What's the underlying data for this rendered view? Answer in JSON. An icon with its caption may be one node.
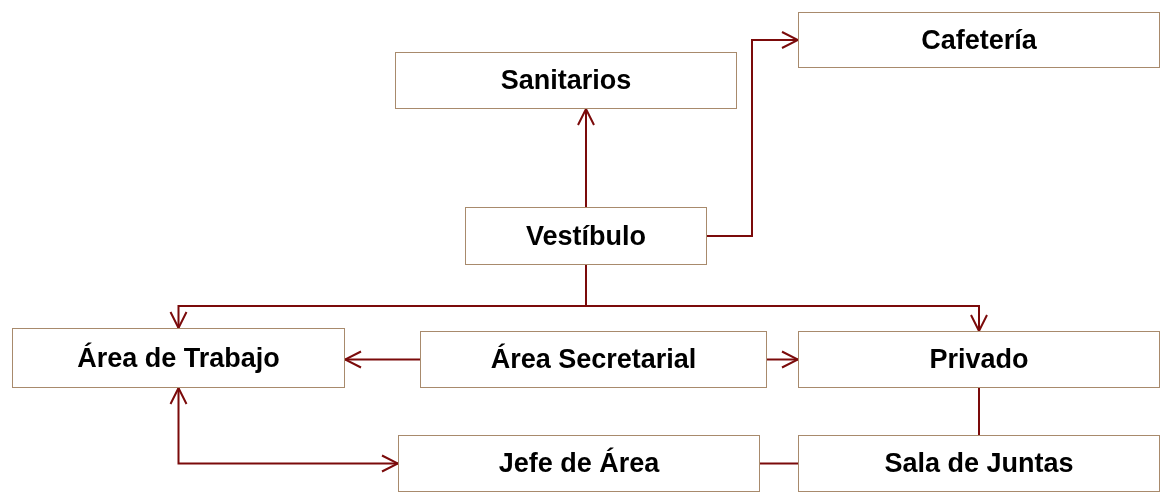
{
  "diagram": {
    "nodes": [
      {
        "text": [
          "Sanitarios"
        ]
      },
      {
        "text": [
          "Cafetería"
        ]
      },
      {
        "text": [
          "Vestíbulo"
        ]
      },
      {
        "text": [
          "Área de Trabajo"
        ]
      },
      {
        "text": [
          "Área Secretarial"
        ]
      },
      {
        "text": [
          "Privado"
        ]
      },
      {
        "text": [
          "Jefe de Área"
        ]
      },
      {
        "text": [
          "Sala de Juntas"
        ]
      }
    ],
    "edges": [
      {
        "from": 2,
        "to": 0,
        "arrow": "to"
      },
      {
        "from": 2,
        "to": 1,
        "arrow": "to"
      },
      {
        "from": 2,
        "to": 3,
        "arrow": "to"
      },
      {
        "from": 2,
        "to": 5,
        "arrow": "to"
      },
      {
        "from": 4,
        "to": 3,
        "arrow": "to"
      },
      {
        "from": 4,
        "to": 5,
        "arrow": "to"
      },
      {
        "from": 3,
        "to": 6,
        "arrow": "both"
      },
      {
        "from": 5,
        "to": 7,
        "arrow": "none"
      },
      {
        "from": 6,
        "to": 7,
        "arrow": "none"
      }
    ]
  }
}
